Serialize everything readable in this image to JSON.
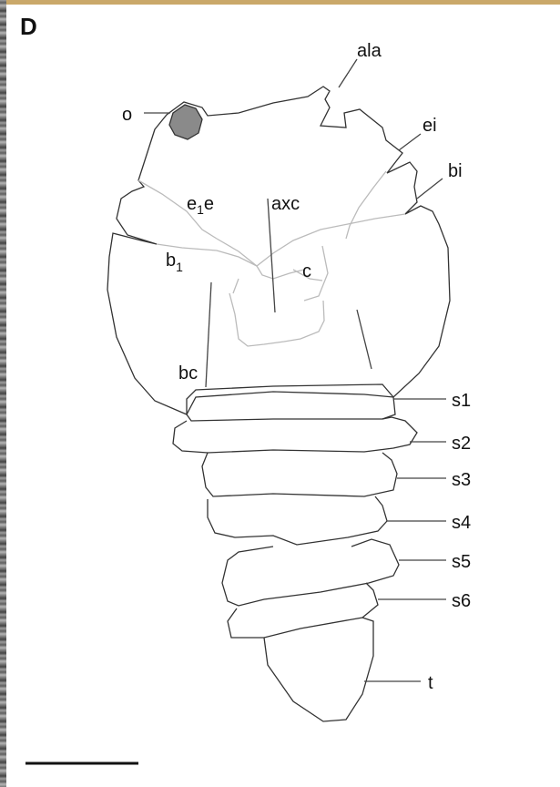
{
  "panel_letter": "D",
  "labels": {
    "ala": "ala",
    "o": "o",
    "ei": "ei",
    "bi": "bi",
    "e1e_main": "e",
    "e1e_sub": "1",
    "e1e_tail": "e",
    "axc": "axc",
    "b1_main": "b",
    "b1_sub": "1",
    "c": "c",
    "bc": "bc",
    "s1": "s1",
    "s2": "s2",
    "s3": "s3",
    "s4": "s4",
    "s5": "s5",
    "s6": "s6",
    "t": "t"
  },
  "colors": {
    "outline": "#333333",
    "groove": "#bbbbbb",
    "eye_fill": "#8a8a8a",
    "leader": "#444444"
  }
}
